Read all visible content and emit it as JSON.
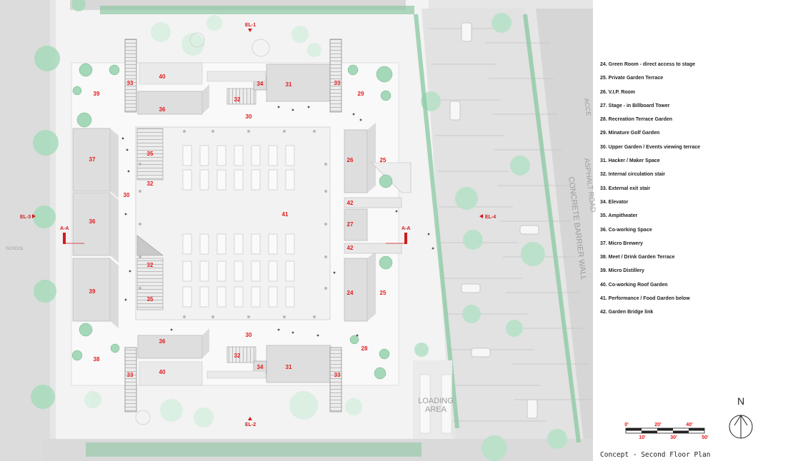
{
  "legend": [
    "24. Green Room - direct access to stage",
    "25. Private Garden Terrace",
    "26. V.I.P. Room",
    "27. Stage - in Billboard Tower",
    "28. Recreation Terrace Garden",
    "29. Minature Golf Garden",
    "30. Upper Garden / Events viewing terrace",
    "31. Hacker / Maker Space",
    "32. Internal circulation stair",
    "33. External exit stair",
    "34. Elevator",
    "35. Ampitheater",
    "36. Co-working Space",
    "37. Micro Brewery",
    "38. Meet / Drink Garden Terrace",
    "39. Micro Distillery",
    "40. Co-working Roof Garden",
    "41. Performance / Food Garden below",
    "42. Garden Bridge link"
  ],
  "title": "Concept - Second Floor Plan",
  "elevation_markers": {
    "el1": "EL-1",
    "el2": "EL-2",
    "el3": "EL-3",
    "el4": "EL-4"
  },
  "section_markers": {
    "left": "A-A",
    "right": "A-A"
  },
  "site_labels": {
    "loading_line1": "LOADING",
    "loading_line2": "AREA",
    "barrier_wall": "CONCRETE BARRIER WALL",
    "asphalt_road": "ASPHALT ROAD",
    "accent_top": "ACCE",
    "school": "SCHOOL"
  },
  "north": "N",
  "scale_labels": {
    "s0": "0'",
    "s10": "10'",
    "s20": "20'",
    "s30": "30'",
    "s40": "40'",
    "s50": "50'"
  },
  "room_labels": {
    "r40_top": "40",
    "r33_nw": "33",
    "r39_nw": "39",
    "r36_top": "36",
    "r34_top": "34",
    "r32_top": "32",
    "r31_top": "31",
    "r33_ne": "33",
    "r29": "29",
    "r30_top": "30",
    "r37": "37",
    "r35_top": "35",
    "r32_mid": "32",
    "r26": "26",
    "r25_top": "25",
    "r30_left": "30",
    "r42_top": "42",
    "r27": "27",
    "r36_left": "36",
    "r41": "41",
    "r42_bot": "42",
    "r32_low": "32",
    "r39_sw": "39",
    "r35_bot": "35",
    "r24": "24",
    "r25_bot": "25",
    "r30_bot": "30",
    "r28": "28",
    "r36_bot": "36",
    "r32_bot": "32",
    "r38": "38",
    "r33_sw": "33",
    "r40_bot": "40",
    "r34_bot": "34",
    "r31_bot": "31",
    "r33_se": "33"
  },
  "colors": {
    "label_red": "#e41a1c",
    "tree_green": "#b7e1c9",
    "building_gray": "#dedede",
    "roof_dark": "#c7c7c7"
  }
}
